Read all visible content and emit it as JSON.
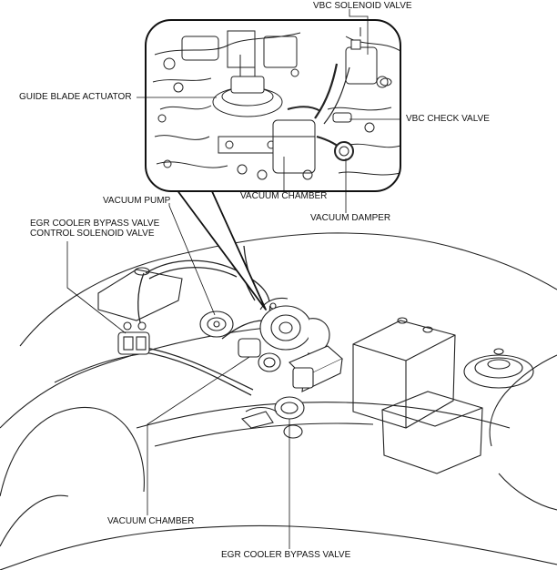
{
  "labels": {
    "vbc_solenoid_valve": "VBC SOLENOID VALVE",
    "guide_blade_actuator": "GUIDE BLADE ACTUATOR",
    "vbc_check_valve": "VBC CHECK VALVE",
    "vacuum_chamber_detail": "VACUUM CHAMBER",
    "vacuum_damper": "VACUUM DAMPER",
    "vacuum_pump": "VACUUM PUMP",
    "egr_bypass_solenoid_line1": "EGR COOLER BYPASS VALVE",
    "egr_bypass_solenoid_line2": "CONTROL SOLENOID VALVE",
    "vacuum_chamber_main": "VACUUM CHAMBER",
    "egr_cooler_bypass_valve": "EGR COOLER BYPASS VALVE"
  }
}
